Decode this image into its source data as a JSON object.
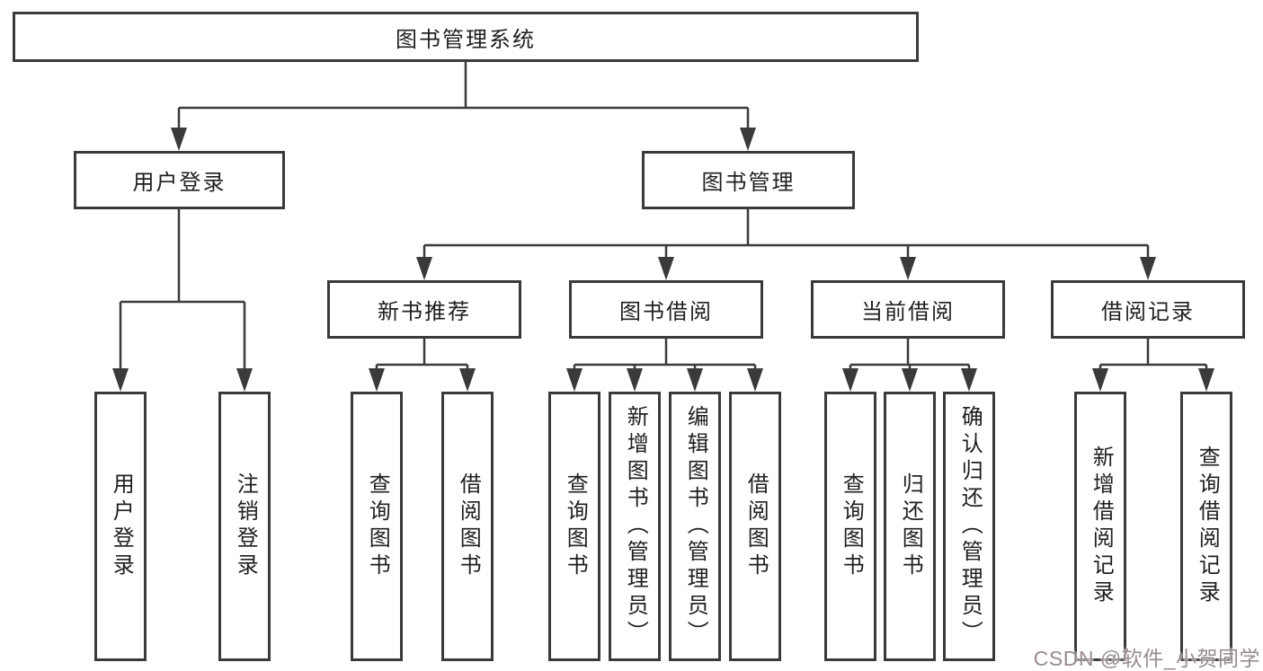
{
  "diagram": {
    "root": {
      "label": "图书管理系统",
      "children": [
        {
          "label": "用户登录",
          "children": [
            {
              "label": "用户登录"
            },
            {
              "label": "注销登录"
            }
          ]
        },
        {
          "label": "图书管理",
          "children": [
            {
              "label": "新书推荐",
              "children": [
                {
                  "label": "查询图书"
                },
                {
                  "label": "借阅图书"
                }
              ]
            },
            {
              "label": "图书借阅",
              "children": [
                {
                  "label": "查询图书"
                },
                {
                  "label": "新增图书（管理员）"
                },
                {
                  "label": "编辑图书（管理员）"
                },
                {
                  "label": "借阅图书"
                }
              ]
            },
            {
              "label": "当前借阅",
              "children": [
                {
                  "label": "查询图书"
                },
                {
                  "label": "归还图书"
                },
                {
                  "label": "确认归还（管理员）"
                }
              ]
            },
            {
              "label": "借阅记录",
              "children": [
                {
                  "label": "新增借阅记录"
                },
                {
                  "label": "查询借阅记录"
                }
              ]
            }
          ]
        }
      ]
    }
  },
  "watermark": {
    "text": "CSDN @软件_小贺同学"
  },
  "colors": {
    "line": "#3a3a3a",
    "box_border": "#3a3a3a",
    "text": "#1f1f1f",
    "background": "#ffffff",
    "watermark": "#988b8b"
  }
}
